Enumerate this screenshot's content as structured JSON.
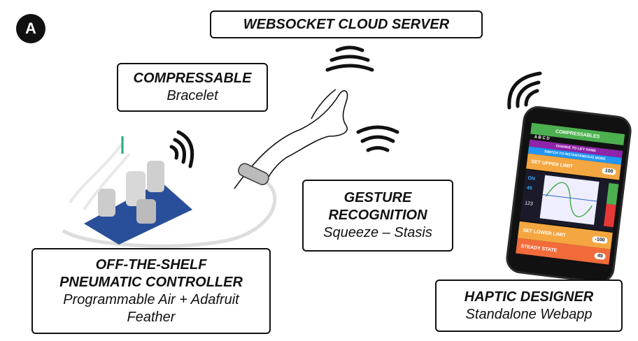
{
  "badge": "A",
  "server": {
    "title": "WEBSOCKET CLOUD SERVER"
  },
  "bracelet": {
    "title": "COMPRESSABLE",
    "subtitle": "Bracelet"
  },
  "gesture": {
    "title_line1": "GESTURE",
    "title_line2": "RECOGNITION",
    "subtitle": "Squeeze – Stasis"
  },
  "controller": {
    "title_line1": "OFF-THE-SHELF",
    "title_line2": "PNEUMATIC CONTROLLER",
    "subtitle_line1": "Programmable Air + Adafruit",
    "subtitle_line2": "Feather"
  },
  "designer": {
    "title": "HAPTIC DESIGNER",
    "subtitle": "Standalone Webapp"
  },
  "phone_screen": {
    "header": "COMPRESSABLES",
    "tabs": "A  B  C  D",
    "btn1": "CHANGE TO LIFT HAND",
    "btn2": "SWITCH TO INSTANTANEOUS MODE",
    "upper_label": "SET UPPER LIMIT",
    "upper_value": "100",
    "mode": "ON",
    "value": "49",
    "pressure": "123",
    "lower_label": "SET LOWER LIMIT",
    "lower_value": "-100",
    "steady_label": "STEADY STATE",
    "steady_value": "49"
  },
  "colors": {
    "green": "#4caf50",
    "purple": "#8e24aa",
    "blue": "#2196f3",
    "orange": "#f4a640",
    "deep_orange": "#f26b3a",
    "red": "#e53935"
  }
}
